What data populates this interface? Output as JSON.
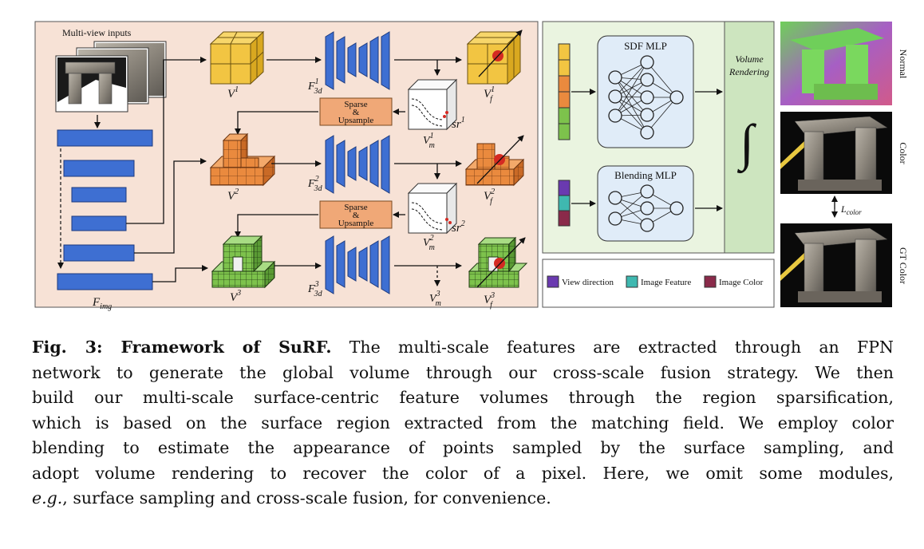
{
  "figure": {
    "multi_view_label": "Multi-view inputs",
    "f_img": "F",
    "f_img_sub": "img",
    "volumes": [
      {
        "v": "V",
        "sup": "1",
        "f3d": "F",
        "f3d_sup": "1",
        "f3d_sub": "3d",
        "vf_sup": "1",
        "vf_sub": "f"
      },
      {
        "v": "V",
        "sup": "2",
        "f3d": "F",
        "f3d_sup": "2",
        "f3d_sub": "3d",
        "vf_sup": "2",
        "vf_sub": "f"
      },
      {
        "v": "V",
        "sup": "3",
        "f3d": "F",
        "f3d_sup": "3",
        "f3d_sub": "3d",
        "vf_sup": "3",
        "vf_sub": "f"
      }
    ],
    "vm": [
      {
        "sup": "1",
        "sub": "m"
      },
      {
        "sup": "2",
        "sub": "m"
      },
      {
        "sup": "3",
        "sub": "m"
      }
    ],
    "sr": [
      {
        "base": "sr",
        "sup": "1"
      },
      {
        "base": "sr",
        "sup": "2"
      }
    ],
    "sparse_box": [
      "Sparse",
      "&",
      "Upsample"
    ],
    "sdf_mlp": "SDF MLP",
    "blending_mlp": "Blending MLP",
    "volume_rendering": [
      "Volume",
      "Rendering"
    ],
    "integral": "∫",
    "legend": [
      {
        "label": "View direction",
        "color": "#6a3ab0"
      },
      {
        "label": "Image Feature",
        "color": "#3fb8b0"
      },
      {
        "label": "Image Color",
        "color": "#8a2a4a"
      }
    ],
    "side_labels": [
      "Normal",
      "Color",
      "GT Color"
    ],
    "l_color": "L",
    "l_color_sub": "color",
    "colors": {
      "left_panel_bg": "#f7e2d6",
      "right_panel_bg": "#eaf4e0",
      "render_bar": "#cde5bf",
      "fpn_blue": "#3e6fd2",
      "cube_yellow": "#f2c542",
      "cube_orange": "#ea8a3e",
      "cube_green": "#7dc24c",
      "sparse_box": "#f0a877",
      "mlp_box": "#e0ecf8",
      "sample_red": "#d42a22"
    }
  },
  "caption": {
    "lines": [
      {
        "bold": "Fig. 3: Framework of SuRF.",
        "text": " The multi-scale features are extracted through an FPN"
      },
      {
        "text": "network to generate the global volume through our cross-scale fusion strategy. We then"
      },
      {
        "text": "build our multi-scale surface-centric feature volumes through the region sparsification,"
      },
      {
        "text": "which is based on the surface region extracted from the matching field. We employ color"
      },
      {
        "text": "blending to estimate the appearance of points sampled by the surface sampling, and"
      },
      {
        "text": "adopt volume rendering to recover the color of a pixel. Here, we omit some modules,"
      },
      {
        "italic": "e.g.",
        "text": ", surface sampling and cross-scale fusion, for convenience."
      }
    ]
  }
}
